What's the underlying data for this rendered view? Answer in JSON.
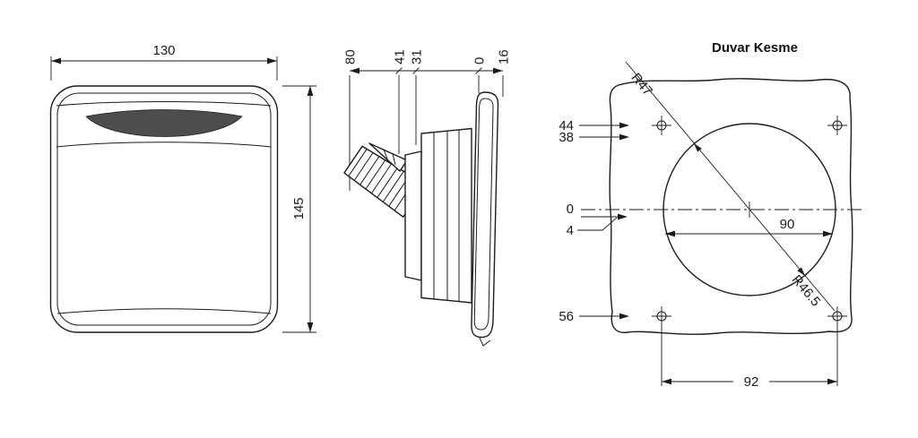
{
  "drawing": {
    "front": {
      "width": "130",
      "height": "145"
    },
    "side": {
      "labels": [
        "80",
        "41",
        "31",
        "0",
        "16"
      ]
    },
    "wall": {
      "title": "Duvar Kesme",
      "radius_top": "R47",
      "radius_bottom": "R46.5",
      "left_labels": [
        "44",
        "38",
        "0",
        "4",
        "56"
      ],
      "circle_width": "90",
      "hole_spacing": "92"
    }
  },
  "colors": {
    "line": "#1c1c1c",
    "background": "#ffffff",
    "handle_shade": "#4d4d4d"
  }
}
